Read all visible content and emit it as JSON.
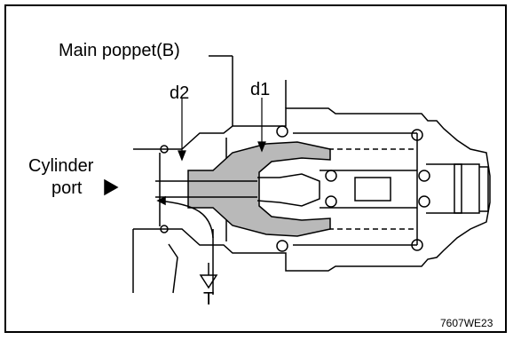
{
  "labels": {
    "main_poppet": "Main poppet(B)",
    "d1": "d1",
    "d2": "d2",
    "cylinder": "Cylinder",
    "port": "port",
    "tank": "T",
    "drawing_code": "7607WE23"
  },
  "colors": {
    "line": "#000000",
    "shade": "#b9b9b9",
    "background": "#ffffff"
  },
  "icons": {
    "port_arrow": "right-pointing-triangle",
    "tank_symbol": "downward-triangle"
  }
}
